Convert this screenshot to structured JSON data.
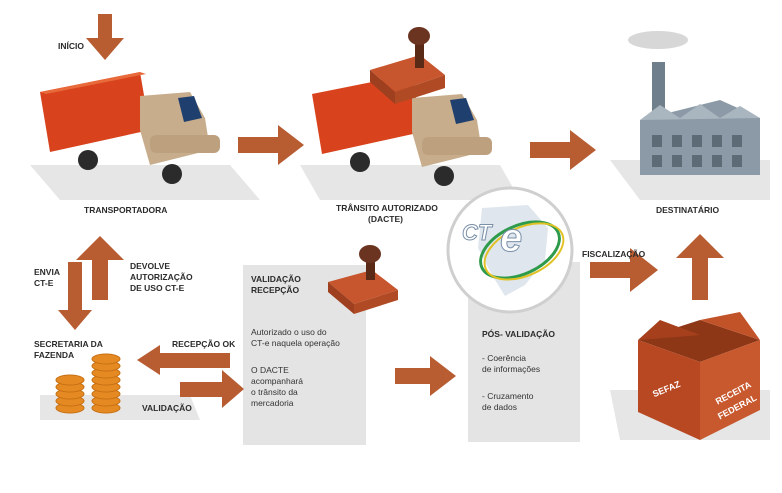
{
  "labels": {
    "inicio": "INÍCIO",
    "transportadora": "TRANSPORTADORA",
    "transito_l1": "TRÂNSITO AUTORIZADO",
    "transito_l2": "(DACTE)",
    "destinatario": "DESTINATÁRIO",
    "envia_l1": "ENVIA",
    "envia_l2": "CT-e",
    "devolve_l1": "DEVOLVE",
    "devolve_l2": "AUTORIZAÇÃO",
    "devolve_l3": "DE USO CT-e",
    "secretaria_l1": "SECRETARIA DA",
    "secretaria_l2": "FAZENDA",
    "recepcao_ok": "RECEPÇÃO OK",
    "validacao": "VALIDAÇÃO",
    "validacao_recepcao_l1": "VALIDAÇÃO",
    "validacao_recepcao_l2": "RECEPÇÃO",
    "autorizado_l1": "Autorizado o uso do",
    "autorizado_l2": "CT-e naquela operação",
    "dacte_l1": "O DACTE",
    "dacte_l2": "acompanhará",
    "dacte_l3": "o trânsito da",
    "dacte_l4": "mercadoria",
    "fiscalizacao": "FISCALIZAÇÃO",
    "pos_validacao": "PÓS- VALIDAÇÃO",
    "coerencia_l1": "- Coerência",
    "coerencia_l2": "de informações",
    "cruzamento_l1": "- Cruzamento",
    "cruzamento_l2": "de dados",
    "sefaz": "SEFAZ",
    "receita_l1": "RECEITA",
    "receita_l2": "FEDERAL",
    "logo_ct": "CT",
    "logo_e": "e"
  },
  "colors": {
    "arrow": "#b85c32",
    "truck_box": "#d8431d",
    "truck_cab": "#c8ad8c",
    "panel": "#e4e4e4",
    "factory": "#8b9aa6",
    "coins": "#e58a23",
    "box": "#b84822"
  }
}
